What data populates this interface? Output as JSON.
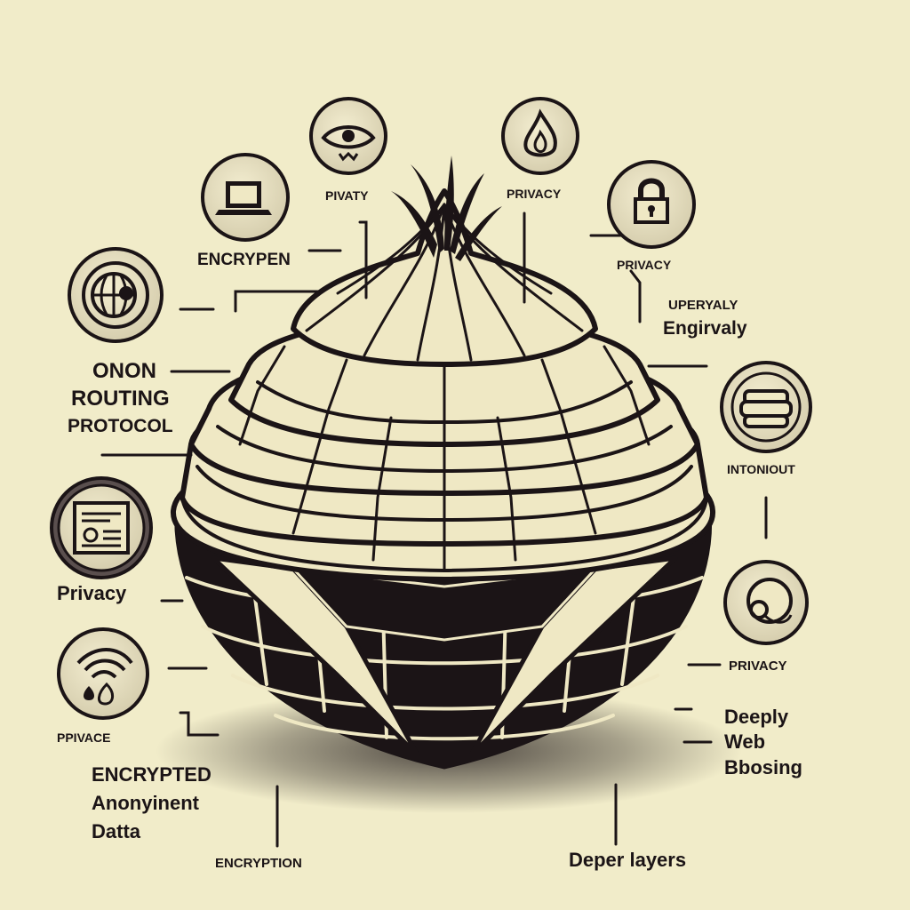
{
  "colors": {
    "background": "#f1ecc9",
    "ink": "#1b1416",
    "cream": "#efe8c4"
  },
  "labels": {
    "pivaty": "pivaty",
    "privacy_top": "privacy",
    "encrypen": "ENCRYPEN",
    "privacy_right": "privacy",
    "uperyaly": "uperyaly",
    "engirvaly": "Engirvaly",
    "onon": "ONON",
    "routing": "ROUTING",
    "protocol": "PROTOCOL",
    "intoniout": "intoniout",
    "privacy_left": "Privacy",
    "privacy_lower_right": "privacy",
    "ppivace": "ppivace",
    "deeply": "Deeply",
    "web": "Web",
    "bbosing": "Bbosing",
    "encrypted": "ENCRYPTED",
    "anonyinent": "Anonyinent",
    "datta": "Datta",
    "encryption": "encryption",
    "deper_layers": "Deper layers"
  },
  "icons": [
    "eye-icon",
    "flame-icon",
    "laptop-icon",
    "lock-icon",
    "globe-icon",
    "data-disk-icon",
    "id-card-icon",
    "ring-icon",
    "wifi-drop-icon"
  ]
}
